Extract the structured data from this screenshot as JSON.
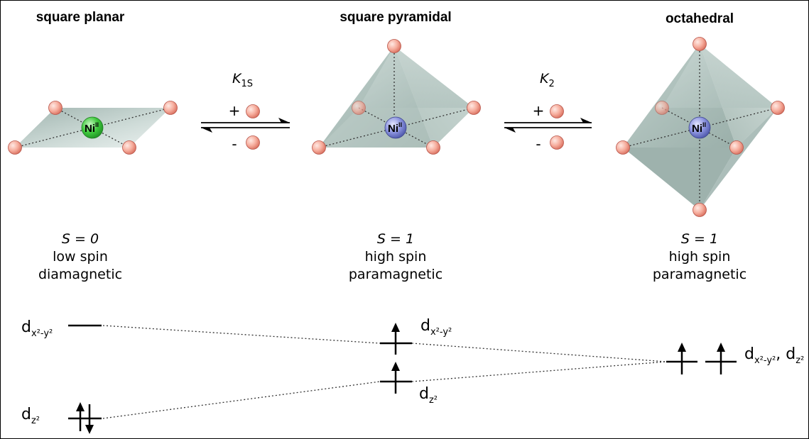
{
  "colors": {
    "ligand": "#f4a898",
    "ligand_edge": "#b8554a",
    "ni_green": "#36c43a",
    "ni_blue": "#7f88d8",
    "polyhedron": "#a9bdb8",
    "polyhedron_dark": "#8aa29c"
  },
  "geometries": [
    {
      "title": "square planar",
      "metal_symbol": "Ni",
      "oxidation": "II",
      "spin_value": "S = 0",
      "spin_state": "low spin",
      "magnetism": "diamagnetic"
    },
    {
      "title": "square pyramidal",
      "metal_symbol": "Ni",
      "oxidation": "II",
      "spin_value": "S = 1",
      "spin_state": "high spin",
      "magnetism": "paramagnetic"
    },
    {
      "title": "octahedral",
      "metal_symbol": "Ni",
      "oxidation": "II",
      "spin_value": "S = 1",
      "spin_state": "high spin",
      "magnetism": "paramagnetic"
    }
  ],
  "equilibria": [
    {
      "constant": "K",
      "constant_sub": "1S",
      "forward": "+",
      "reverse": "-"
    },
    {
      "constant": "K",
      "constant_sub": "2",
      "forward": "+",
      "reverse": "-"
    }
  ],
  "orbitals": {
    "sp_upper": {
      "base": "d",
      "sub": "x²-y²"
    },
    "sp_lower": {
      "base": "d",
      "sub": "z²"
    },
    "pyr_upper": {
      "base": "d",
      "sub": "x²-y²"
    },
    "pyr_lower": {
      "base": "d",
      "sub": "z²"
    },
    "oct": {
      "base": "d",
      "sub1": "x²-y²",
      "sep": ", ",
      "base2": "d",
      "sub2": "z²"
    }
  }
}
